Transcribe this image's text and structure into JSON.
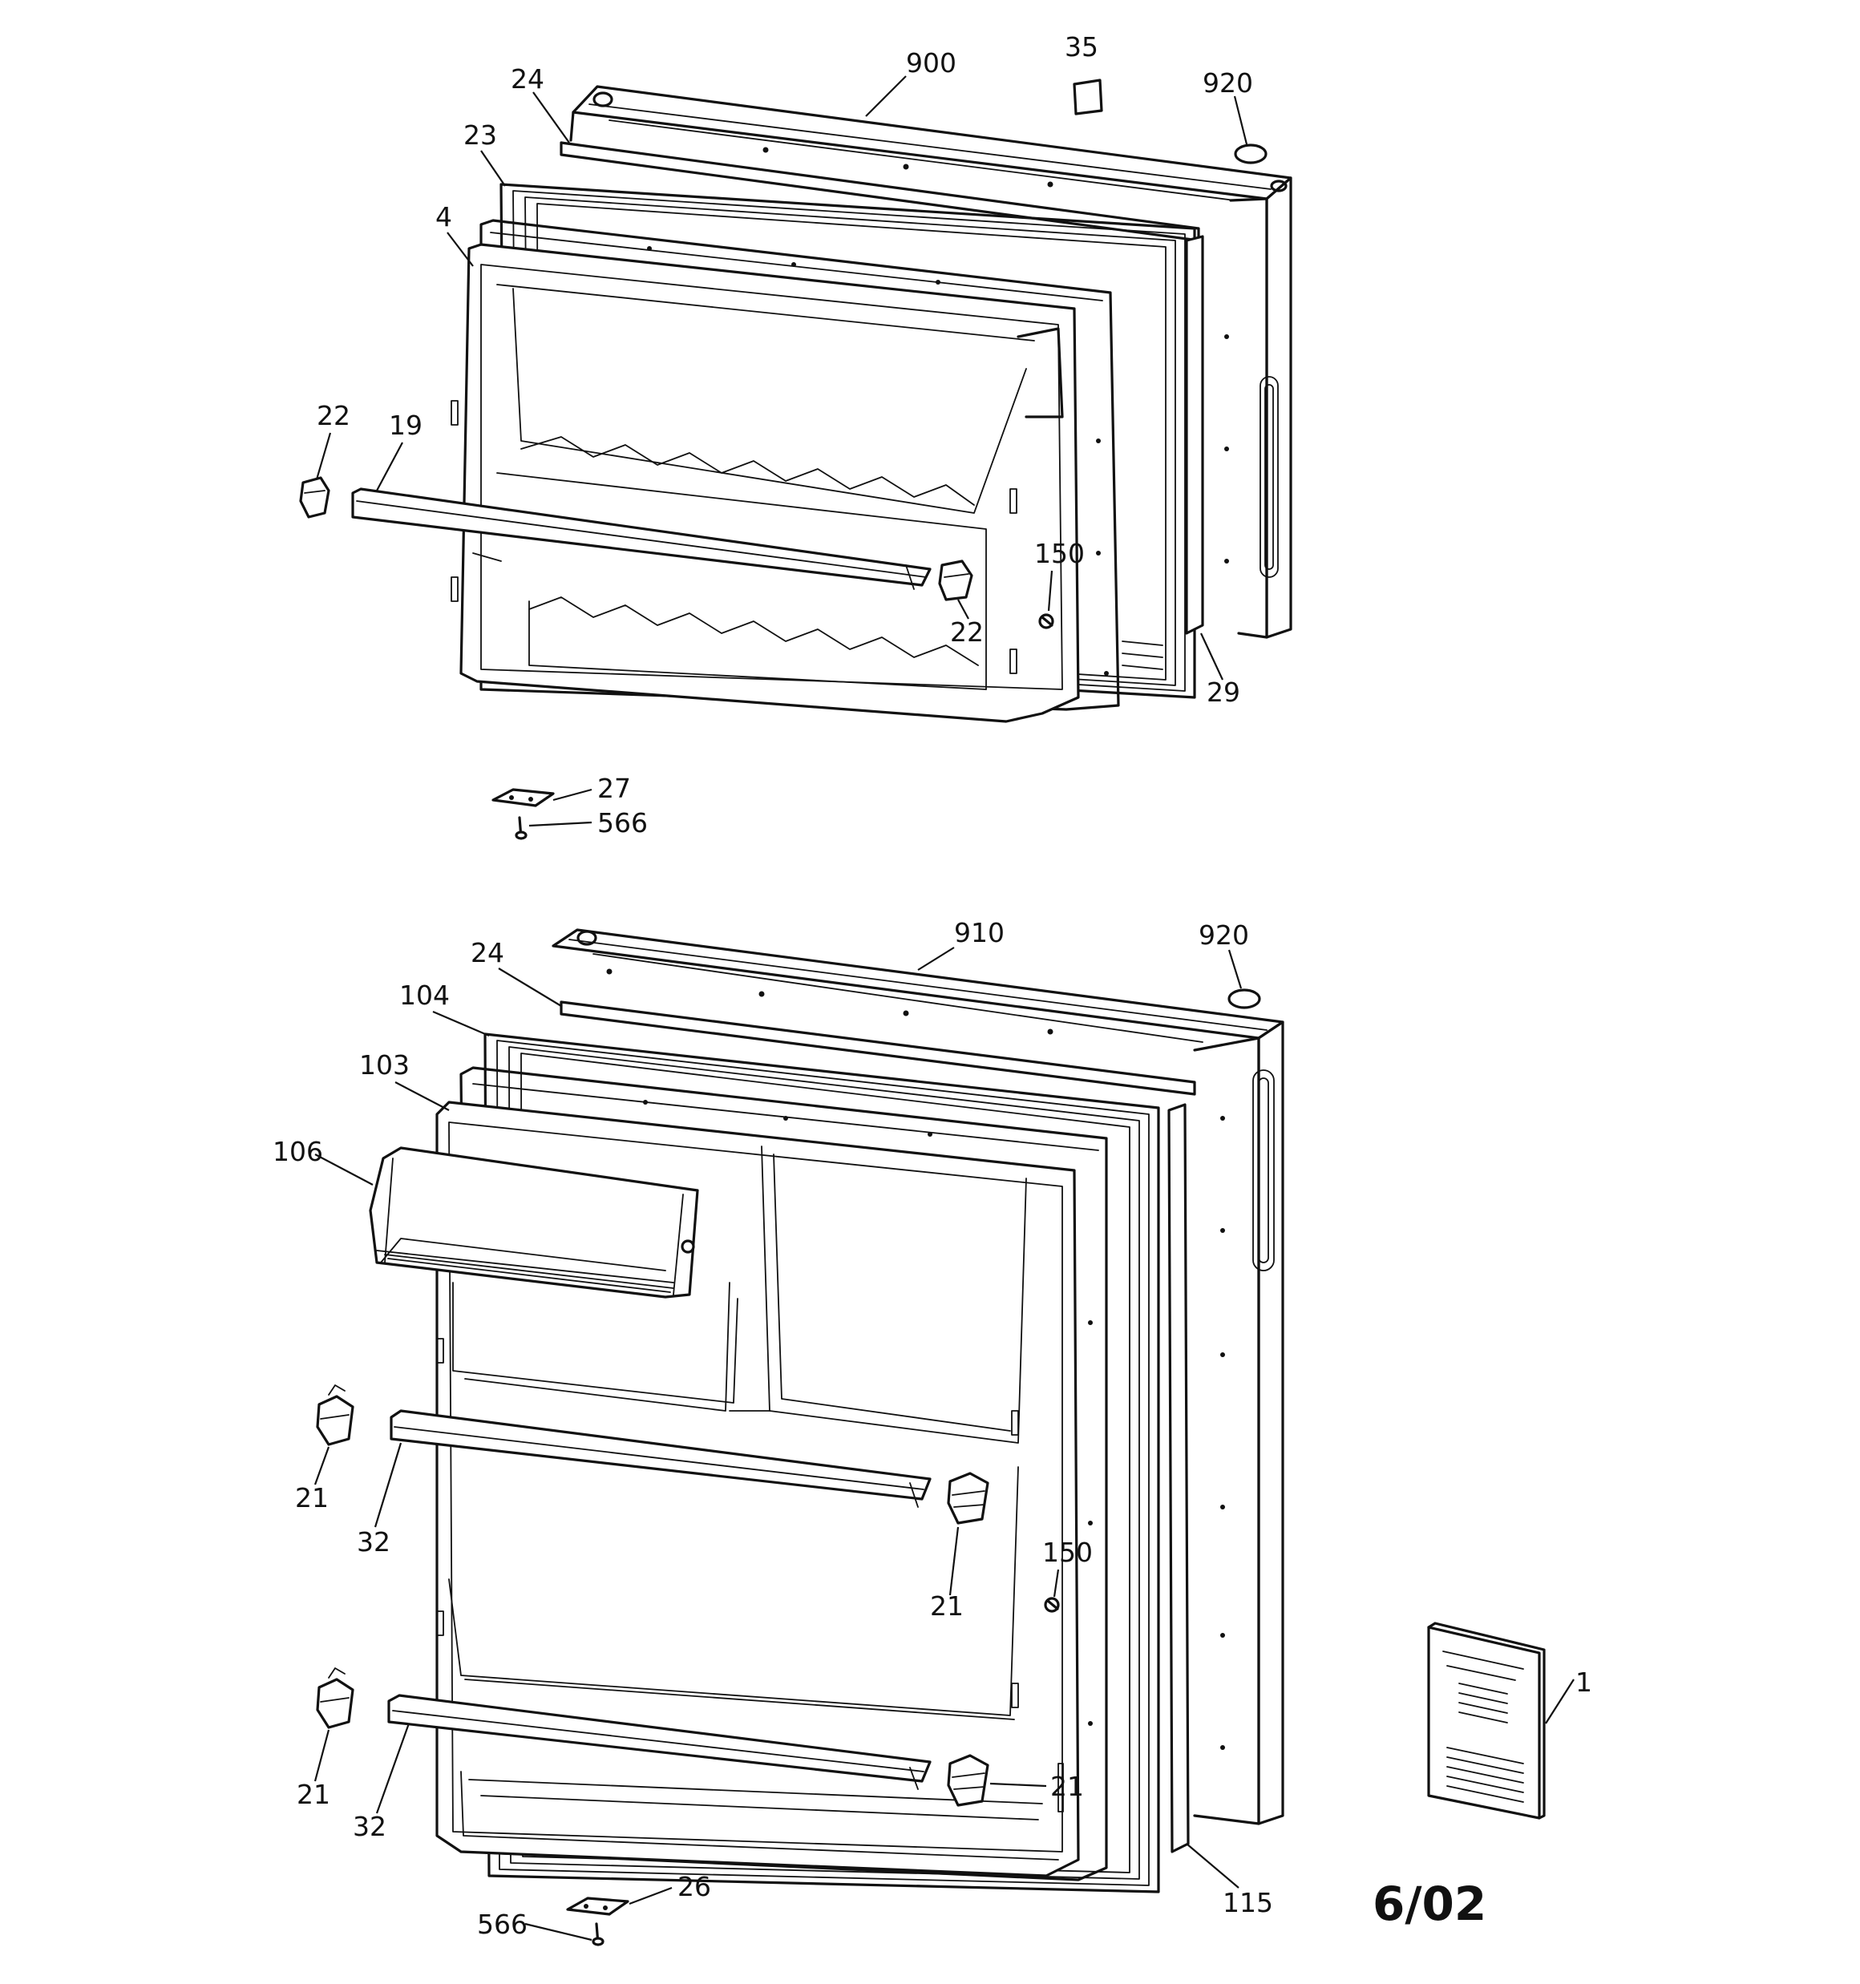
{
  "callouts_top": {
    "c900": "900",
    "c35": "35",
    "c920": "920",
    "c24": "24",
    "c23": "23",
    "c4": "4",
    "c22a": "22",
    "c19": "19",
    "c150": "150",
    "c22b": "22",
    "c29": "29",
    "c27": "27",
    "c566": "566"
  },
  "callouts_bottom": {
    "c910": "910",
    "c920": "920",
    "c24": "24",
    "c104": "104",
    "c103": "103",
    "c106": "106",
    "c21a": "21",
    "c32a": "32",
    "c150": "150",
    "c21b": "21",
    "c21c": "21",
    "c32b": "32",
    "c21d": "21",
    "c115": "115",
    "c26": "26",
    "c566": "566",
    "c1": "1"
  },
  "date_code": "6/02"
}
